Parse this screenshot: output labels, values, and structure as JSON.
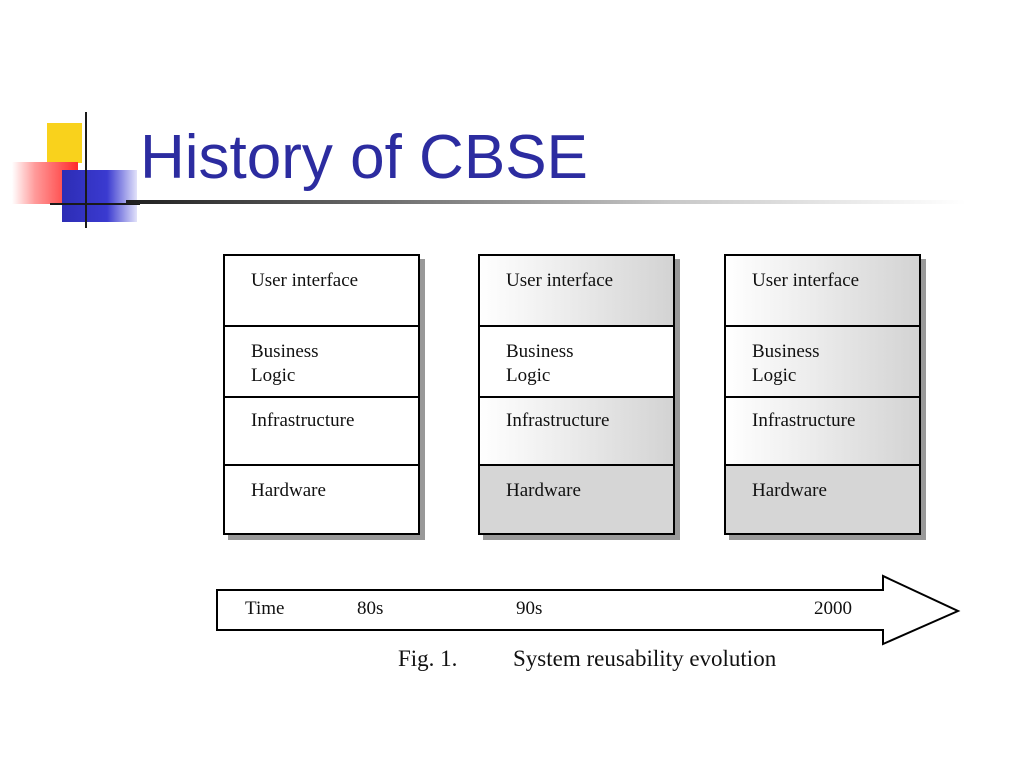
{
  "slide": {
    "title": "History of CBSE"
  },
  "figure": {
    "stacks": [
      {
        "layers": [
          {
            "label": "User interface",
            "reused": false
          },
          {
            "label": "Business\nLogic",
            "reused": false
          },
          {
            "label": "Infrastructure",
            "reused": false
          },
          {
            "label": "Hardware",
            "reused": false
          }
        ]
      },
      {
        "layers": [
          {
            "label": "User interface",
            "reused": false
          },
          {
            "label": "Business\nLogic",
            "reused": false
          },
          {
            "label": "Infrastructure",
            "reused": true
          },
          {
            "label": "Hardware",
            "reused": true
          }
        ]
      },
      {
        "layers": [
          {
            "label": "User interface",
            "reused": true
          },
          {
            "label": "Business\nLogic",
            "reused": true
          },
          {
            "label": "Infrastructure",
            "reused": true
          },
          {
            "label": "Hardware",
            "reused": true
          }
        ]
      }
    ],
    "timeline": {
      "label": "Time",
      "periods": [
        "80s",
        "90s",
        "2000"
      ]
    },
    "caption": {
      "number": "Fig. 1.",
      "text": "System reusability evolution"
    }
  }
}
